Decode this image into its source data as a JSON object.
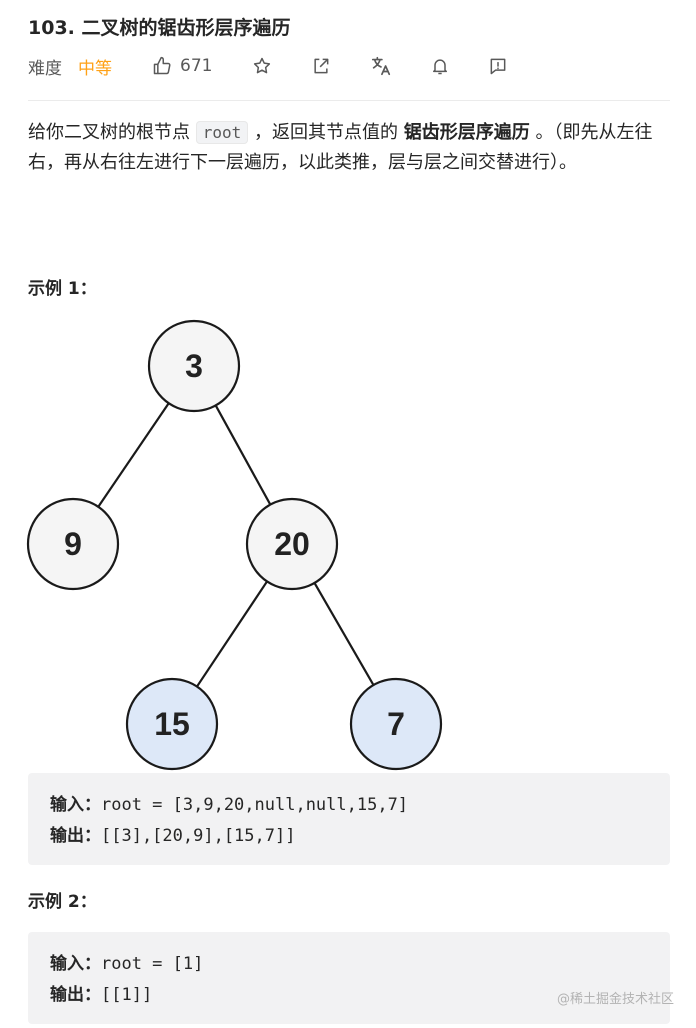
{
  "title": "103. 二叉树的锯齿形层序遍历",
  "meta": {
    "difficulty_label": "难度",
    "difficulty": "中等",
    "likes": "671"
  },
  "icons": {
    "like": "thumbs-up-icon",
    "star": "star-icon",
    "share": "share-icon",
    "translate": "translate-icon",
    "bell": "bell-icon",
    "feedback": "feedback-icon"
  },
  "description": {
    "part1": "给你二叉树的根节点 ",
    "code": "root",
    "part2": " ，返回其节点值的 ",
    "bold": "锯齿形层序遍历",
    "part3": " 。（即先从左往右，再从右往左进行下一层遍历，以此类推，层与层之间交替进行）。"
  },
  "example1": {
    "title": "示例 1：",
    "tree": {
      "nodes": [
        {
          "id": "n3",
          "value": "3",
          "highlight": false
        },
        {
          "id": "n9",
          "value": "9",
          "highlight": false
        },
        {
          "id": "n20",
          "value": "20",
          "highlight": false
        },
        {
          "id": "n15",
          "value": "15",
          "highlight": true
        },
        {
          "id": "n7",
          "value": "7",
          "highlight": true
        }
      ],
      "edges": [
        [
          "n3",
          "n9"
        ],
        [
          "n3",
          "n20"
        ],
        [
          "n20",
          "n15"
        ],
        [
          "n20",
          "n7"
        ]
      ]
    },
    "input_label": "输入：",
    "input": "root = [3,9,20,null,null,15,7]",
    "output_label": "输出：",
    "output": "[[3],[20,9],[15,7]]"
  },
  "example2": {
    "title": "示例 2：",
    "input_label": "输入：",
    "input": "root = [1]",
    "output_label": "输出：",
    "output": "[[1]]"
  },
  "watermark": "@稀土掘金技术社区",
  "colors": {
    "difficulty": "#ffa116",
    "node_default": "#f5f5f5",
    "node_highlight": "#dde8f8",
    "node_stroke": "#1a1a1a"
  }
}
